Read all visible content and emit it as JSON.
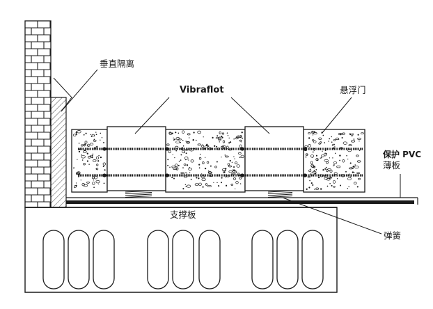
{
  "diagram": {
    "labels": {
      "vertical_isolation": "垂直隔离",
      "vibraflot": "Vibraflot",
      "floating_door": "悬浮门",
      "pvc_sheet_line1": "保护 PVC",
      "pvc_sheet_line2": "薄板",
      "support_plate": "支撑板",
      "spring": "弹簧"
    },
    "colors": {
      "line": "#1a1a1a",
      "background": "#ffffff"
    }
  }
}
